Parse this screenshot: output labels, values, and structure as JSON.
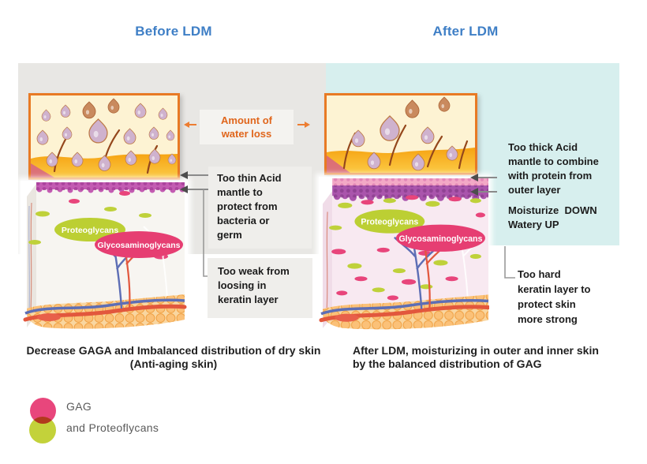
{
  "titles": {
    "before": "Before LDM",
    "after": "After LDM"
  },
  "water_loss_label": "Amount of\nwater loss",
  "annotations": {
    "too_thin": "Too thin Acid\nmantle to\nprotect from\nbacteria or\ngerm",
    "too_weak": "Too weak from\nloosing in\nkeratin layer",
    "too_thick": "Too thick Acid\nmantle to combine\nwith protein from\nouter layer",
    "moisturize": "Moisturize  DOWN\nWatery UP",
    "too_hard": "Too hard\nkeratin layer to\nprotect skin\nmore strong"
  },
  "captions": {
    "before": "Decrease GAGA and Imbalanced distribution of dry skin\n(Anti-aging skin)",
    "after": "After LDM, moisturizing in outer and inner skin\nby the balanced distribution of GAG"
  },
  "skin_labels": {
    "proteoglycans": "Proteoglycans",
    "glycosaminoglycans": "Glycosaminoglycans"
  },
  "legend": {
    "gag": "GAG",
    "proteoflycans": "and Proteoflycans"
  },
  "colors": {
    "title_blue": "#3f7fc6",
    "accent_orange": "#e0661c",
    "box_border_orange": "#e87a24",
    "panel_gray": "#e8e7e4",
    "panel_cyan": "#d7efee",
    "gag_pink": "#e8467c",
    "proteoglycan_green": "#c3d23a"
  }
}
